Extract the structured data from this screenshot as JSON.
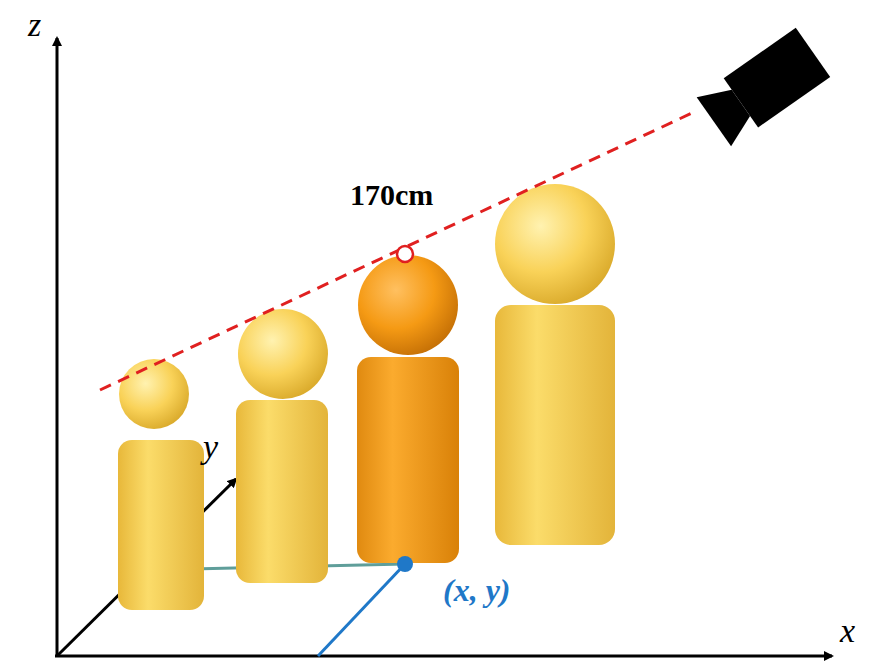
{
  "diagram": {
    "labels": [
      "z",
      "y",
      "x",
      "170cm",
      "(x, y)"
    ]
  }
}
